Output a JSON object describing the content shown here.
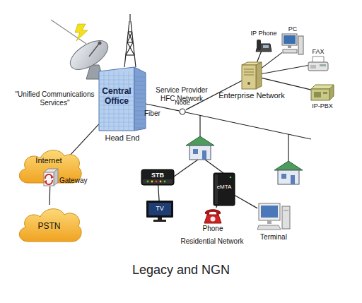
{
  "diagram": {
    "caption": "Legacy and NGN",
    "nodes": [
      {
        "text": [
          "Central Office",
          "Head End"
        ]
      },
      {
        "text": [
          "Node"
        ]
      },
      {
        "text": [
          "Enterprise Network"
        ]
      },
      {
        "text": [
          "IP Phone"
        ]
      },
      {
        "text": [
          "PC"
        ]
      },
      {
        "text": [
          "FAX"
        ]
      },
      {
        "text": [
          "IP-PBX"
        ]
      },
      {
        "text": [
          "Internet"
        ]
      },
      {
        "text": [
          "Gateway"
        ]
      },
      {
        "text": [
          "PSTN"
        ]
      },
      {
        "text": [
          "STB"
        ]
      },
      {
        "text": [
          "TV"
        ]
      },
      {
        "text": [
          "eMTA"
        ]
      },
      {
        "text": [
          "Phone"
        ]
      },
      {
        "text": [
          "Terminal"
        ]
      }
    ],
    "edges": [
      {
        "from": 0,
        "to": 1,
        "label": "Fiber",
        "arrow": "none"
      },
      {
        "from": 1,
        "to": 2,
        "arrow": "none"
      },
      {
        "from": 2,
        "to": 3,
        "arrow": "none"
      },
      {
        "from": 2,
        "to": 4,
        "arrow": "none"
      },
      {
        "from": 2,
        "to": 5,
        "arrow": "none"
      },
      {
        "from": 2,
        "to": 6,
        "arrow": "none"
      },
      {
        "from": 0,
        "to": 8,
        "arrow": "none"
      },
      {
        "from": 8,
        "to": 9,
        "arrow": "none"
      },
      {
        "from": 10,
        "to": 11,
        "arrow": "none"
      },
      {
        "from": 12,
        "to": 13,
        "arrow": "none"
      },
      {
        "from": 12,
        "to": 14,
        "arrow": "none"
      }
    ],
    "labels": [
      "\"Unified Communications Services\"",
      "Service Provider HFC Network",
      "Residential Network"
    ]
  }
}
